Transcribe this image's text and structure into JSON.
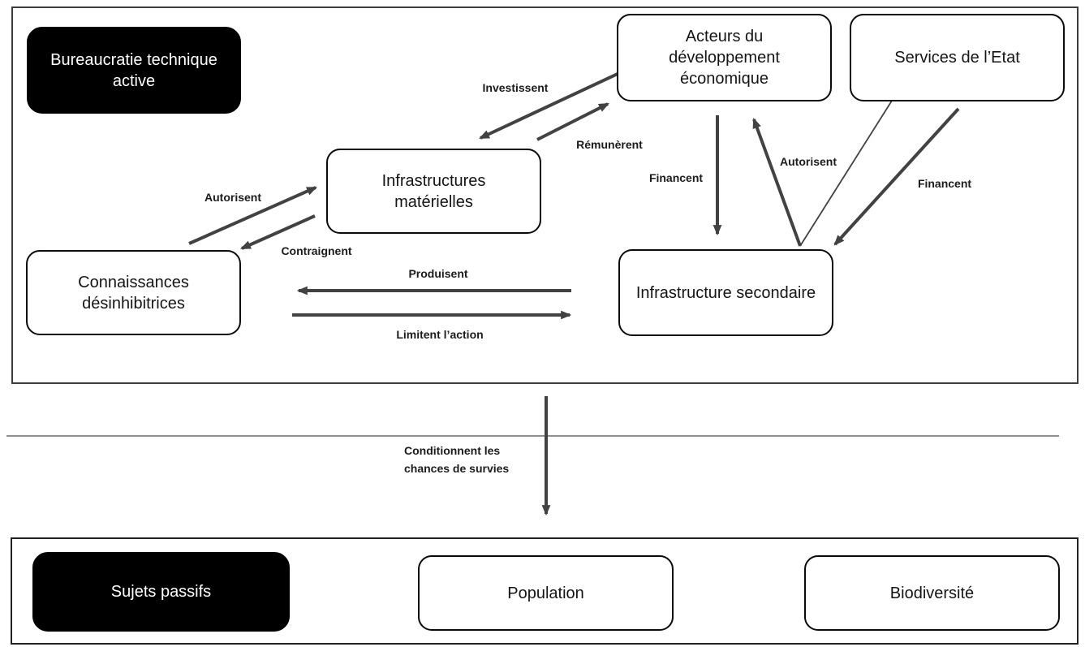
{
  "colors": {
    "arrow": "#424242",
    "box_border": "#0b0b0b",
    "container_border": "#3d3d3d",
    "separator_line": "#8f8f8f",
    "legend_box_bg": "#000000",
    "legend_box_text": "#ffffff"
  },
  "top_section": {
    "legend_label": "Bureaucratie technique active",
    "nodes": {
      "acteurs": "Acteurs du développement économique",
      "services": "Services de l’Etat",
      "infrastructures_materielles": "Infrastructures matérielles",
      "connaissances": "Connaissances désinhibitrices",
      "infrastructure_secondaire": "Infrastructure secondaire"
    },
    "edge_labels": {
      "investissent": "Investissent",
      "remunerent": "Rémunèrent",
      "autorisent_left": "Autorisent",
      "contraignent": "Contraignent",
      "financent_center": "Financent",
      "autorisent_right": "Autorisent",
      "financent_right": "Financent",
      "produisent": "Produisent",
      "limitent": "Limitent l’action"
    }
  },
  "connector": {
    "label_line1": "Conditionnent les",
    "label_line2": "chances de survies"
  },
  "bottom_section": {
    "legend_label": "Sujets passifs",
    "nodes": {
      "population": "Population",
      "biodiversite": "Biodiversité"
    }
  }
}
